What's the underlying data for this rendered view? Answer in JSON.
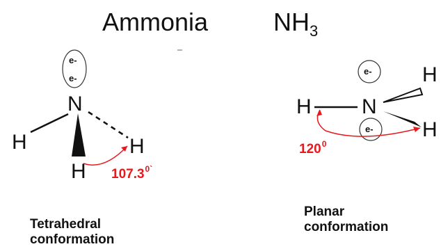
{
  "title": {
    "name": "Ammonia",
    "formula_main": "NH",
    "formula_sub": "3"
  },
  "tetrahedral": {
    "nitrogen": "N",
    "h_left": "H",
    "h_right": "H",
    "h_bottom": "H",
    "lone_pair": [
      "e-",
      "e-"
    ],
    "angle_value": "107.3",
    "angle_degree": "0`",
    "caption_line1": "Tetrahedral",
    "caption_line2": "conformation"
  },
  "planar": {
    "nitrogen": "N",
    "h_left": "H",
    "h_top_right": "H",
    "h_bottom_right": "H",
    "electron_top": "e-",
    "electron_bottom": "e-",
    "angle_value": "120",
    "angle_degree": "0",
    "caption_line1": "Planar",
    "caption_line2": "conformation"
  },
  "colors": {
    "ink": "#111111",
    "angle": "#e8191d",
    "electron_ring": "#333333"
  }
}
